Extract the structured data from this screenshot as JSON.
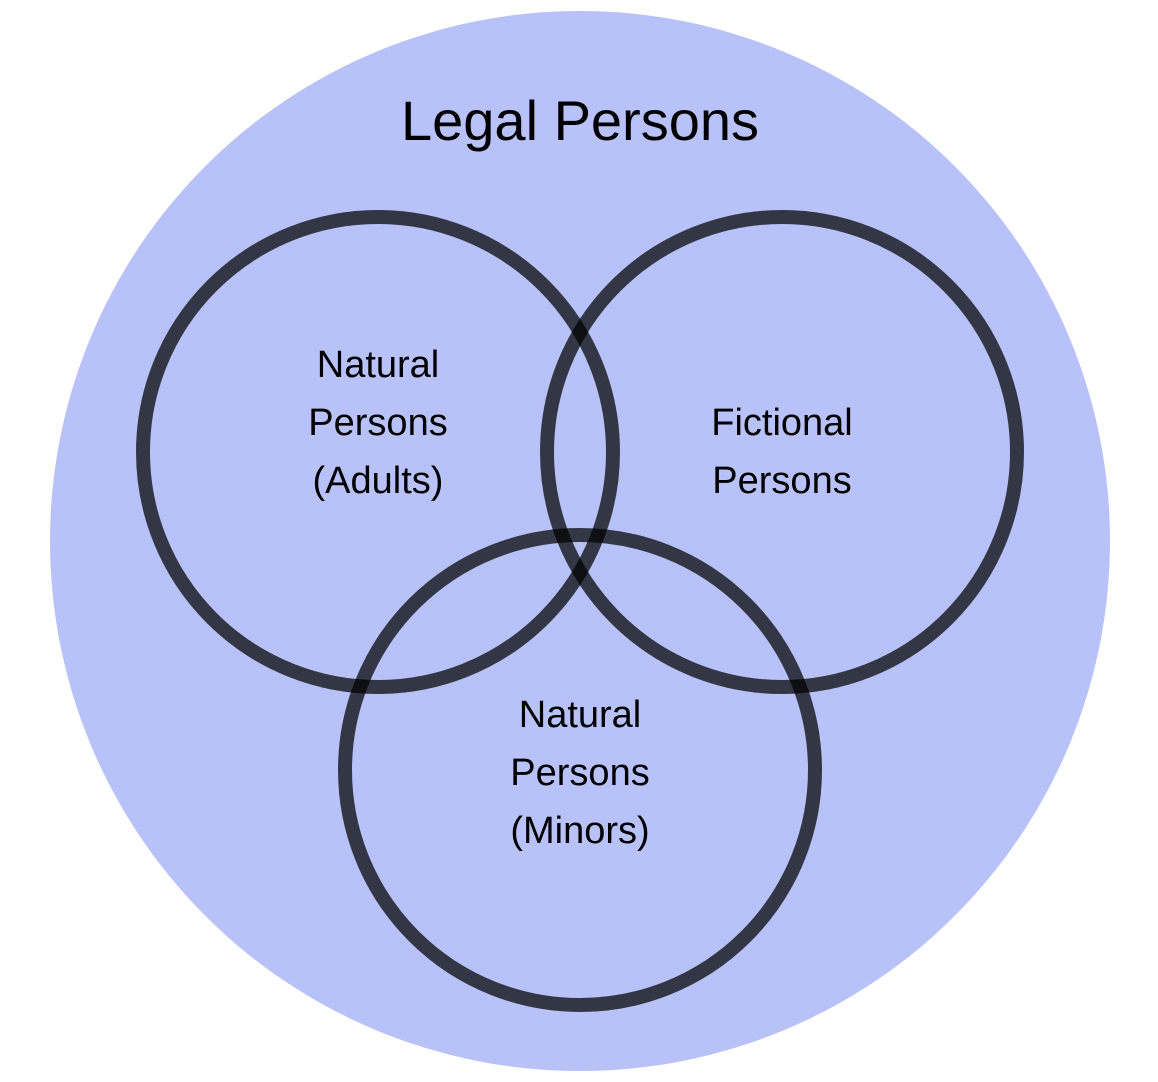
{
  "colors": {
    "outer_fill": "#b8c2f8",
    "ring_stroke": "#000000"
  },
  "outer": {
    "label": "Legal Persons"
  },
  "sets": [
    {
      "id": "adults",
      "lines": [
        "Natural",
        "Persons",
        "(Adults)"
      ]
    },
    {
      "id": "fictional",
      "lines": [
        "Fictional",
        "Persons"
      ]
    },
    {
      "id": "minors",
      "lines": [
        "Natural",
        "Persons",
        "(Minors)"
      ]
    }
  ]
}
